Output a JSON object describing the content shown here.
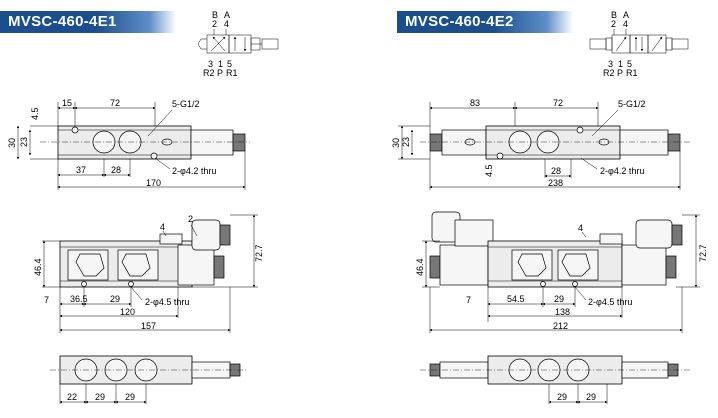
{
  "left": {
    "title": "MVSC-460-4E1",
    "symbol": {
      "ports_top": [
        "B",
        "A"
      ],
      "ports_top_nums": [
        "2",
        "4"
      ],
      "ports_bottom_nums": [
        "3",
        "1",
        "5"
      ],
      "ports_bottom_names": [
        "R2",
        "P",
        "R1"
      ]
    },
    "top_view": {
      "dim_15": "15",
      "dim_72": "72",
      "thread": "5-G1/2",
      "dim_4_5": "4.5",
      "dim_30": "30",
      "dim_23": "23",
      "dim_37": "37",
      "dim_28": "28",
      "hole": "2-φ4.2 thru",
      "dim_170": "170"
    },
    "side_view": {
      "dim_2": "2",
      "dim_4": "4",
      "dim_46_4": "46.4",
      "dim_72_7": "72.7",
      "dim_7": "7",
      "dim_36_5": "36.5",
      "dim_29": "29",
      "hole": "2-φ4.5 thru",
      "dim_120": "120",
      "dim_157": "157"
    },
    "bottom_view": {
      "dims": [
        "22",
        "29",
        "29"
      ]
    }
  },
  "right": {
    "title": "MVSC-460-4E2",
    "symbol": {
      "ports_top": [
        "B",
        "A"
      ],
      "ports_top_nums": [
        "2",
        "4"
      ],
      "ports_bottom_nums": [
        "3",
        "1",
        "5"
      ],
      "ports_bottom_names": [
        "R2",
        "P",
        "R1"
      ]
    },
    "top_view": {
      "dim_83": "83",
      "dim_72": "72",
      "thread": "5-G1/2",
      "dim_30": "30",
      "dim_23": "23",
      "dim_4_5": "4.5",
      "dim_28": "28",
      "hole": "2-φ4.2 thru",
      "dim_238": "238"
    },
    "side_view": {
      "dim_4": "4",
      "dim_46_4": "46.4",
      "dim_72_7": "72.7",
      "dim_7": "7",
      "dim_54_5": "54.5",
      "dim_29": "29",
      "hole": "2-φ4.5 thru",
      "dim_138": "138",
      "dim_212": "212"
    },
    "bottom_view": {
      "dims": [
        "29",
        "29"
      ]
    }
  }
}
